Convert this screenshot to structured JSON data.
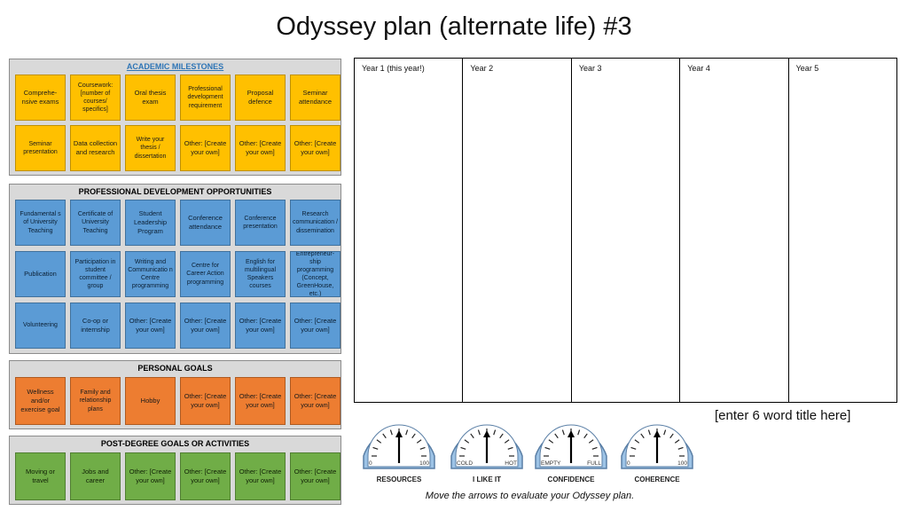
{
  "slide_title": "Odyssey plan (alternate life) #3",
  "colors": {
    "academic": "#ffc000",
    "professional": "#5b9bd5",
    "personal": "#ed7d31",
    "post_degree": "#70ad47",
    "gauge_face": "#9dc3e6"
  },
  "academic": {
    "title": "ACADEMIC MILESTONES",
    "items": [
      "Comprehe-nsive exams",
      "Coursework: [number of courses/ specifics]",
      "Oral thesis exam",
      "Professional development requirement",
      "Proposal defence",
      "Seminar attendance",
      "Seminar presentation",
      "Data collection and research",
      "Write your thesis / dissertation",
      "Other: [Create your own]",
      "Other: [Create your own]",
      "Other: [Create your own]"
    ]
  },
  "professional": {
    "title": "PROFESSIONAL DEVELOPMENT OPPORTUNITIES",
    "items": [
      "Fundamental s of University Teaching",
      "Certificate of University Teaching",
      "Student Leadership Program",
      "Conference attendance",
      "Conference presentation",
      "Research communication / dissemination",
      "Publication",
      "Participation in student committee / group",
      "Writing and Communicatio n Centre programming",
      "Centre for Career Action programming",
      "English for multilingual Speakers courses",
      "Entrepreneur-ship programming (Concept, GreenHouse, etc.)",
      "Volunteering",
      "Co-op or internship",
      "Other: [Create your own]",
      "Other: [Create your own]",
      "Other: [Create your own]",
      "Other: [Create your own]"
    ]
  },
  "personal": {
    "title": "PERSONAL GOALS",
    "items": [
      "Wellness and/or exercise goal",
      "Family and relationship plans",
      "Hobby",
      "Other: [Create your own]",
      "Other: [Create your own]",
      "Other: [Create your own]"
    ]
  },
  "post_degree": {
    "title": "POST-DEGREE GOALS OR ACTIVITIES",
    "items": [
      "Moving or travel",
      "Jobs and career",
      "Other: [Create your own]",
      "Other: [Create your own]",
      "Other: [Create your own]",
      "Other: [Create your own]"
    ]
  },
  "years": [
    "Year 1 (this year!)",
    "Year 2",
    "Year 3",
    "Year 4",
    "Year 5"
  ],
  "plan_title_placeholder": "[enter 6 word title here]",
  "gauges": [
    {
      "label": "RESOURCES",
      "left": "0",
      "right": "100",
      "value": 50
    },
    {
      "label": "I LIKE IT",
      "left": "COLD",
      "right": "HOT",
      "value": 50
    },
    {
      "label": "CONFIDENCE",
      "left": "EMPTY",
      "right": "FULL",
      "value": 50
    },
    {
      "label": "COHERENCE",
      "left": "0",
      "right": "100",
      "value": 50
    }
  ],
  "footer": "Move the arrows to evaluate your Odyssey plan."
}
